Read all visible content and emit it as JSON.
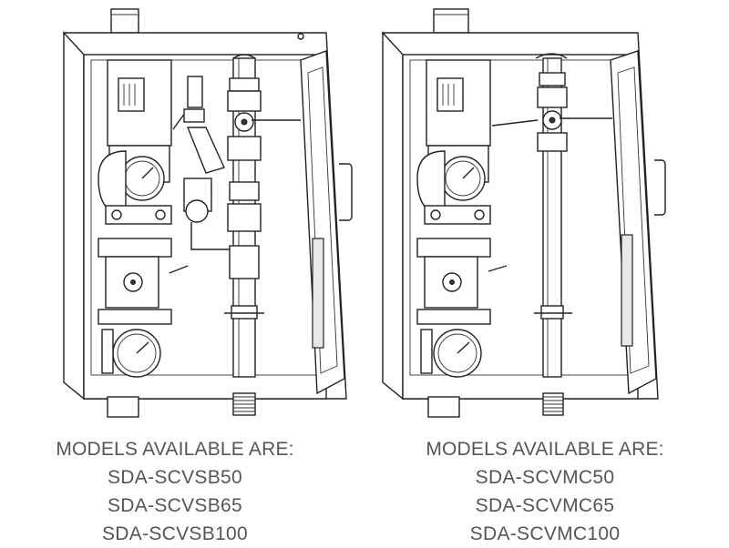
{
  "left": {
    "heading": "MODELS AVAILABLE ARE:",
    "models": [
      "SDA-SCVSB50",
      "SDA-SCVSB65",
      "SDA-SCVSB100"
    ]
  },
  "right": {
    "heading": "MODELS AVAILABLE ARE:",
    "models": [
      "SDA-SCVMC50",
      "SDA-SCVMC65",
      "SDA-SCVMC100"
    ]
  },
  "colors": {
    "text": "#555555",
    "line": "#222222"
  }
}
